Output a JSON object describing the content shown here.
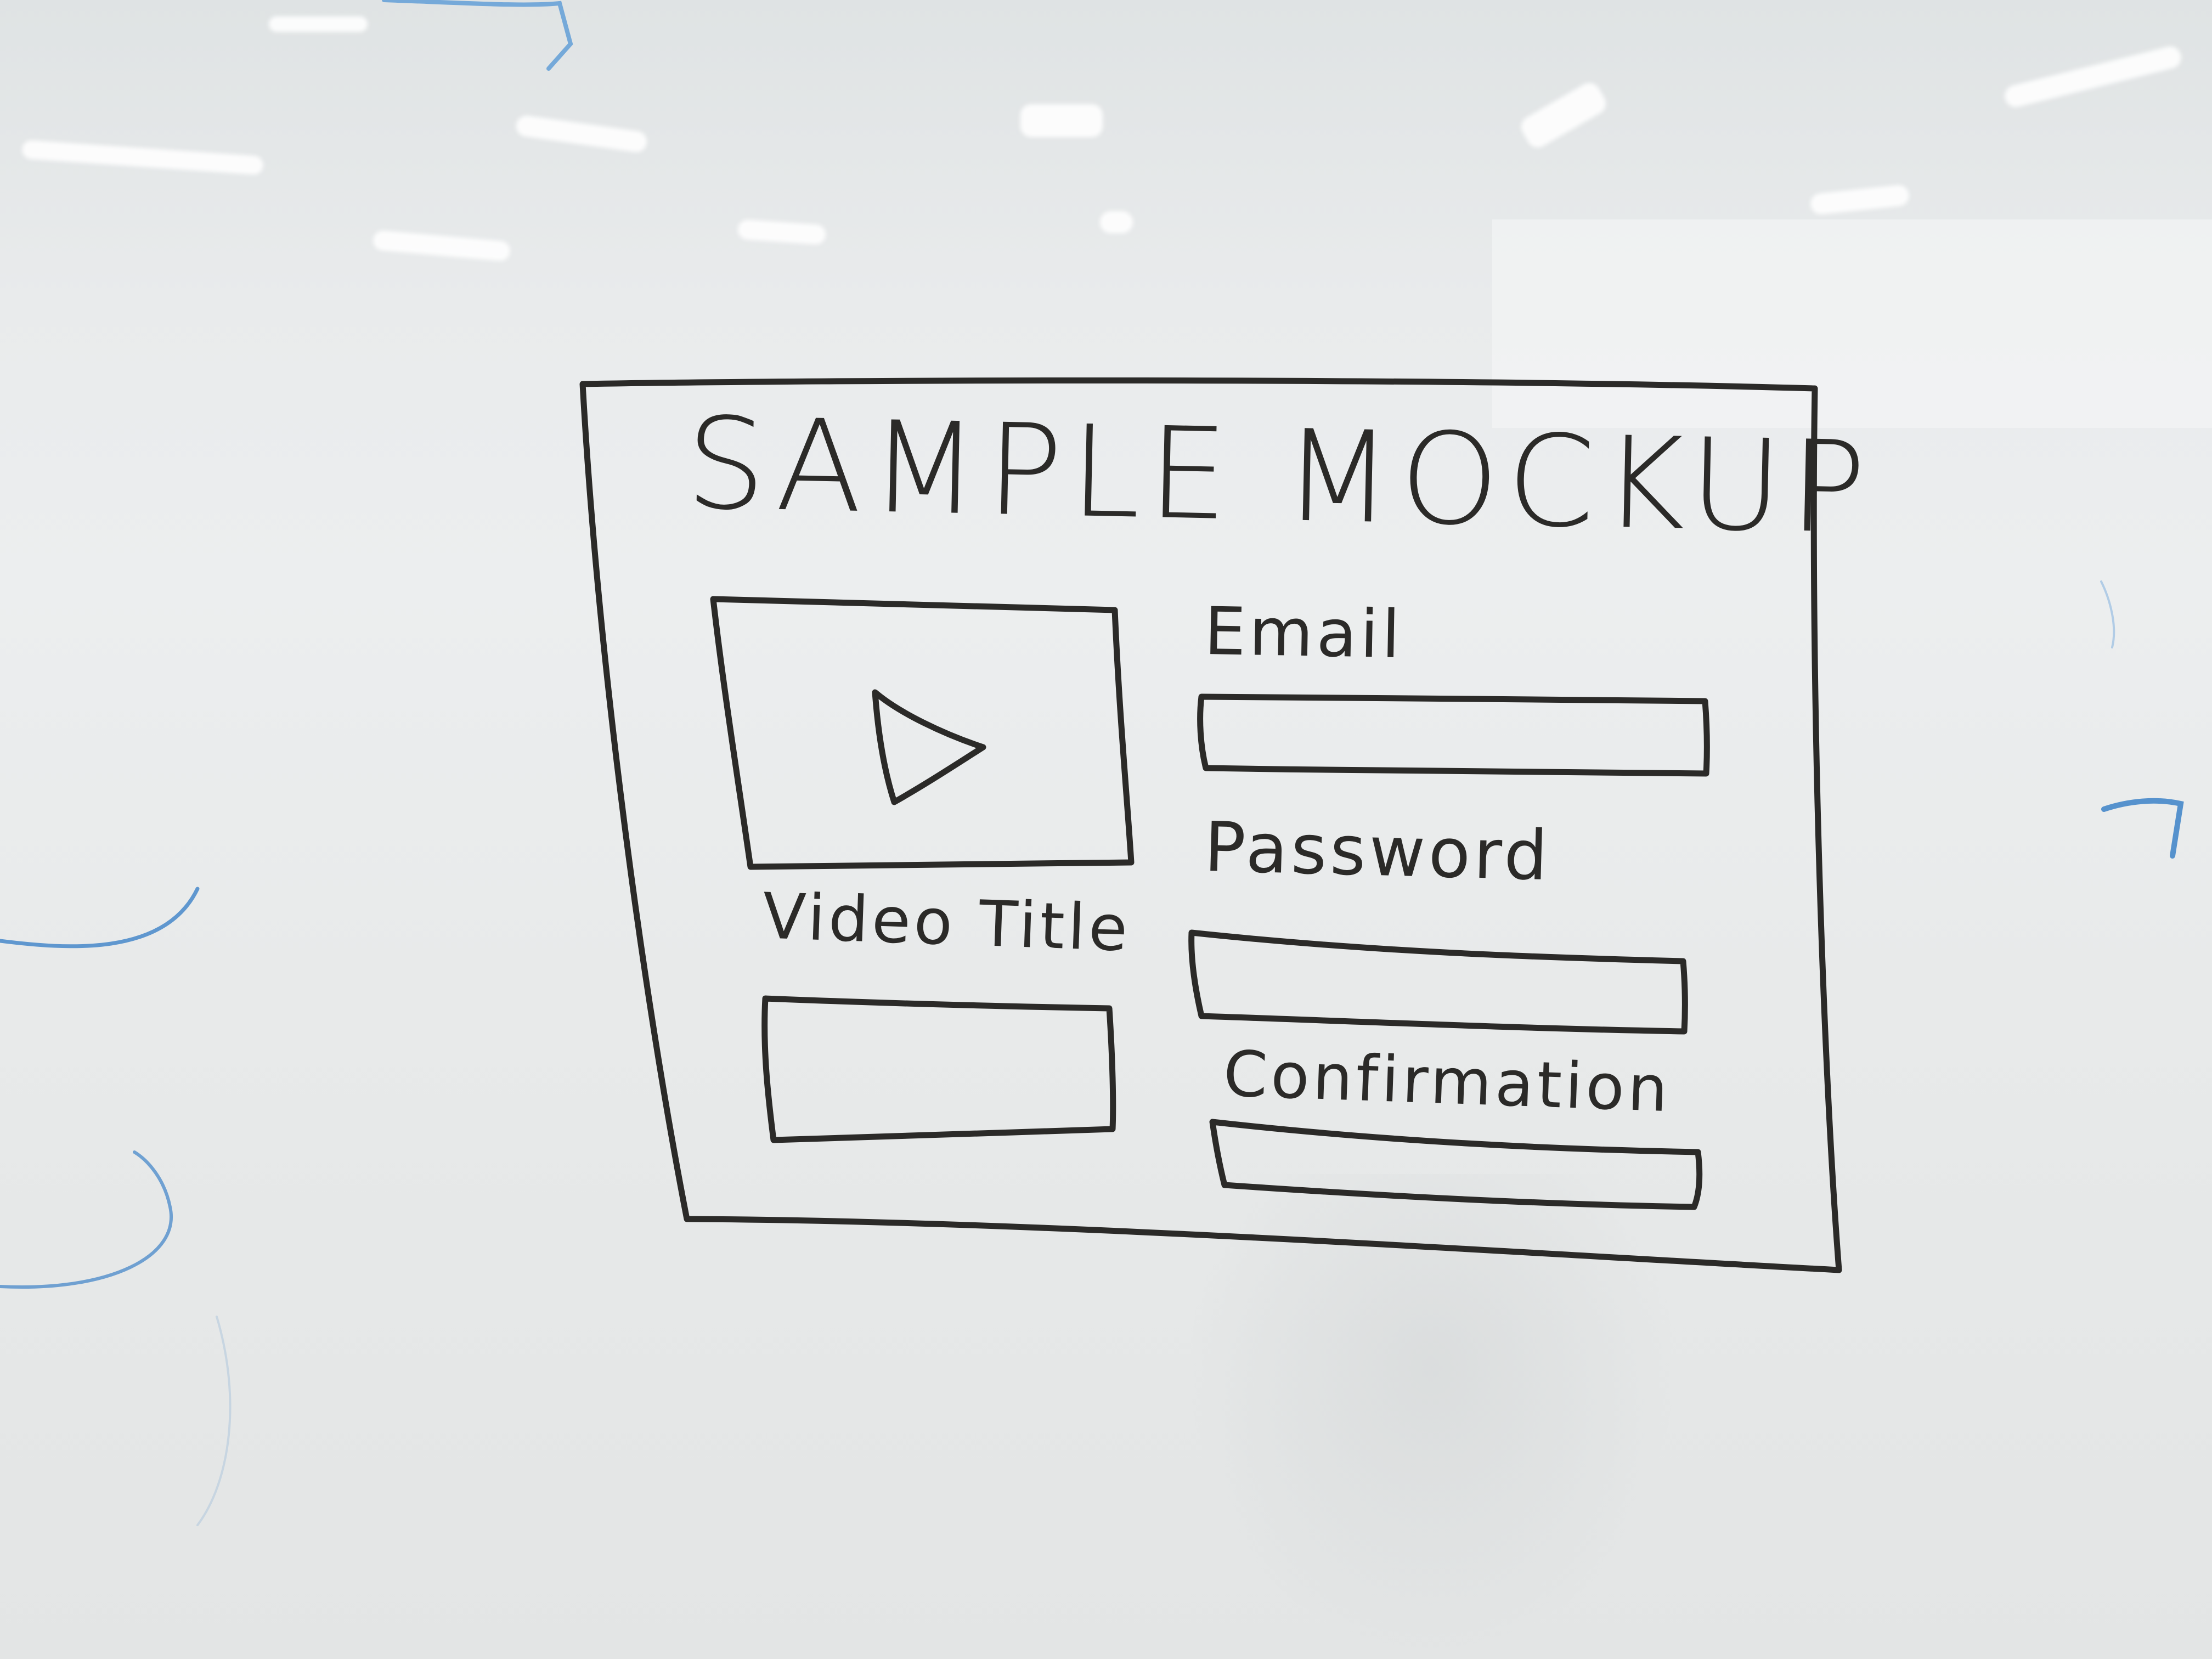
{
  "mockup": {
    "title": "SAMPLE MOCKUP",
    "video": {
      "play_icon": "play-icon",
      "title_label": "Video Title"
    },
    "form": {
      "email_label": "Email",
      "password_label": "Password",
      "confirmation_label": "Confirmation"
    }
  },
  "colors": {
    "ink": "#2b2a28",
    "marker_blue": "#3c82c8",
    "whiteboard": "#e9ebec"
  }
}
